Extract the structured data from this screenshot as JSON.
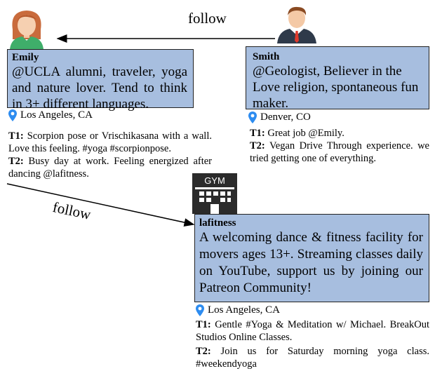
{
  "edges": [
    {
      "label": "follow"
    },
    {
      "label": "follow"
    }
  ],
  "users": {
    "emily": {
      "name": "Emily",
      "bio": "@UCLA alumni, traveler, yoga and nature lover. Tend to think in 3+ different languages.",
      "location": "Los Angeles, CA",
      "tweets": [
        {
          "id": "T1:",
          "text": " Scorpion pose or Vrischikasana with a wall. Love this feeling. #yoga #scorpionpose."
        },
        {
          "id": "T2:",
          "text": " Busy day at work. Feeling energized after dancing @lafitness."
        }
      ]
    },
    "smith": {
      "name": "Smith",
      "bio": "@Geologist, Believer in the Love religion, spontaneous fun maker.",
      "location": "Denver, CO",
      "tweets": [
        {
          "id": "T1:",
          "text": " Great job @Emily."
        },
        {
          "id": "T2:",
          "text": " Vegan Drive Through experience. we tried getting one of everything."
        }
      ]
    },
    "lafitness": {
      "name": "lafitness",
      "icon_label": "GYM",
      "bio": "A welcoming dance & fitness facility for movers ages 13+. Streaming classes daily on YouTube, support us by joining our Patreon Community!",
      "location": "Los Angeles, CA",
      "tweets": [
        {
          "id": "T1:",
          "text": " Gentle #Yoga & Meditation w/ Michael. BreakOut Studios Online Classes."
        },
        {
          "id": "T2:",
          "text": " Join us for Saturday morning yoga class. #weekendyoga"
        }
      ]
    }
  },
  "colors": {
    "card_fill": "#a7bedf",
    "pin": "#2d8cf0",
    "woman_hair": "#c96b3c",
    "woman_shirt": "#3fae6a",
    "man_suit": "#2f3a4a",
    "tie": "#e0392b",
    "gym": "#2b2b2b"
  },
  "icons": [
    "woman-avatar-icon",
    "man-avatar-icon",
    "gym-building-icon",
    "location-pin-icon"
  ]
}
